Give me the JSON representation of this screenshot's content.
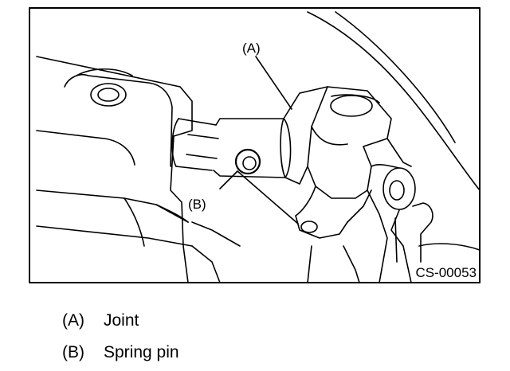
{
  "figure": {
    "callout_a": "(A)",
    "callout_b": "(B)",
    "figure_code": "CS-00053"
  },
  "legend": [
    {
      "key": "(A)",
      "label": "Joint"
    },
    {
      "key": "(B)",
      "label": "Spring pin"
    }
  ]
}
